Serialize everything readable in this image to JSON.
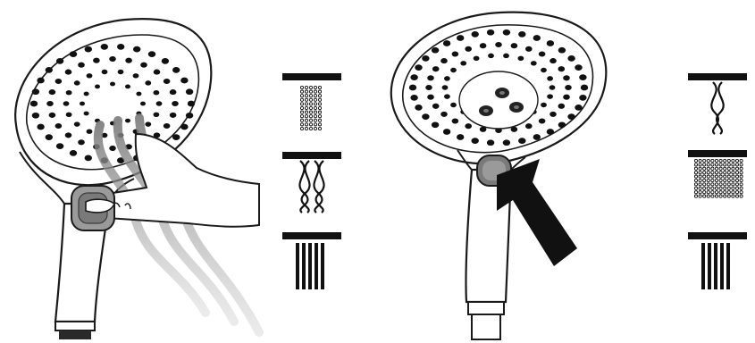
{
  "figure": {
    "panels": [
      {
        "id": "press-button",
        "illustration": "hand-pressing-shower-button",
        "spray_modes": [
          "rain-spray",
          "massage-spray",
          "jet-spray"
        ]
      },
      {
        "id": "button-location",
        "illustration": "shower-head-with-arrow-to-button",
        "spray_modes": [
          "massage-spray",
          "rain-spray",
          "jet-spray"
        ]
      }
    ],
    "colors": {
      "outline": "#1a1a1a",
      "button": "#8a8a8a",
      "arrow": "#111111",
      "water": "#9a9a9a"
    },
    "icons": [
      "shower-head-icon",
      "hand-icon",
      "arrow-icon",
      "rain-spray-icon",
      "massage-spray-icon",
      "jet-spray-icon"
    ]
  }
}
